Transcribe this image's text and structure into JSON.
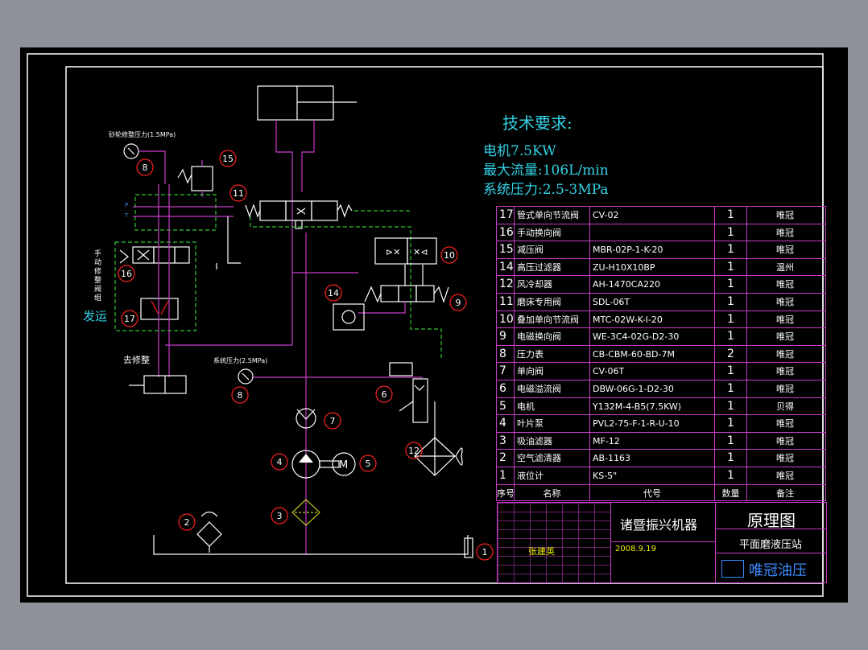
{
  "tech_requirements": {
    "heading": "技术要求:",
    "lines": [
      "电机7.5KW",
      "最大流量:106L/min",
      "系统压力:2.5-3MPa"
    ]
  },
  "parts_table": {
    "rows": [
      {
        "no": "17",
        "name": "管式单向节流阀",
        "code": "CV-02",
        "qty": "1",
        "note": "唯冠"
      },
      {
        "no": "16",
        "name": "手动换向阀",
        "code": "",
        "qty": "1",
        "note": "唯冠"
      },
      {
        "no": "15",
        "name": "减压阀",
        "code": "MBR-02P-1-K-20",
        "qty": "1",
        "note": "唯冠"
      },
      {
        "no": "14",
        "name": "高压过滤器",
        "code": "ZU-H10X10BP",
        "qty": "1",
        "note": "温州"
      },
      {
        "no": "12",
        "name": "风冷却器",
        "code": "AH-1470CA220",
        "qty": "1",
        "note": "唯冠"
      },
      {
        "no": "11",
        "name": "磨床专用阀",
        "code": "SDL-06T",
        "qty": "1",
        "note": "唯冠"
      },
      {
        "no": "10",
        "name": "叠加单向节流阀",
        "code": "MTC-02W-K-I-20",
        "qty": "1",
        "note": "唯冠"
      },
      {
        "no": "9",
        "name": "电磁换向阀",
        "code": "WE-3C4-02G-D2-30",
        "qty": "1",
        "note": "唯冠"
      },
      {
        "no": "8",
        "name": "压力表",
        "code": "CB-CBM-60-BD-7M",
        "qty": "2",
        "note": "唯冠"
      },
      {
        "no": "7",
        "name": "单向阀",
        "code": "CV-06T",
        "qty": "1",
        "note": "唯冠"
      },
      {
        "no": "6",
        "name": "电磁溢流阀",
        "code": "DBW-06G-1-D2-30",
        "qty": "1",
        "note": "唯冠"
      },
      {
        "no": "5",
        "name": "电机",
        "code": "Y132M-4-B5(7.5KW)",
        "qty": "1",
        "note": "贝得"
      },
      {
        "no": "4",
        "name": "叶片泵",
        "code": "PVL2-75-F-1-R-U-10",
        "qty": "1",
        "note": "唯冠"
      },
      {
        "no": "3",
        "name": "吸油滤器",
        "code": "MF-12",
        "qty": "1",
        "note": "唯冠"
      },
      {
        "no": "2",
        "name": "空气滤清器",
        "code": "AB-1163",
        "qty": "1",
        "note": "唯冠"
      },
      {
        "no": "1",
        "name": "液位计",
        "code": "KS-5\"",
        "qty": "1",
        "note": "唯冠"
      }
    ],
    "header": {
      "no": "序号",
      "name": "名称",
      "code": "代号",
      "qty": "数量",
      "note": "备注"
    }
  },
  "title_block": {
    "company": "诸暨振兴机器",
    "drawing_title": "原理图",
    "product": "平面磨液压站",
    "date": "2008.9.19",
    "designer": "张建英",
    "maker": "唯冠油压"
  },
  "schematic_labels": {
    "gauge_top": "砂轮修整压力(1.5MPa)",
    "gauge_mid": "系统压力(2.5MPa)",
    "manual_valve_caption": "手动修整阀组",
    "transport": "发运",
    "trim_off": "去修整",
    "port_p": "P",
    "port_t": "T"
  },
  "callouts": [
    "1",
    "2",
    "3",
    "4",
    "5",
    "6",
    "7",
    "8",
    "8",
    "9",
    "10",
    "11",
    "12",
    "14",
    "15",
    "16",
    "17"
  ],
  "colors": {
    "background": "#000000",
    "frame": "#ffffff",
    "pipe": "#c83cc8",
    "pilot": "#32c832",
    "callout": "#ff2020",
    "table": "#c83cc8",
    "cyan": "#32d2e6",
    "yellow": "#f0f000"
  }
}
